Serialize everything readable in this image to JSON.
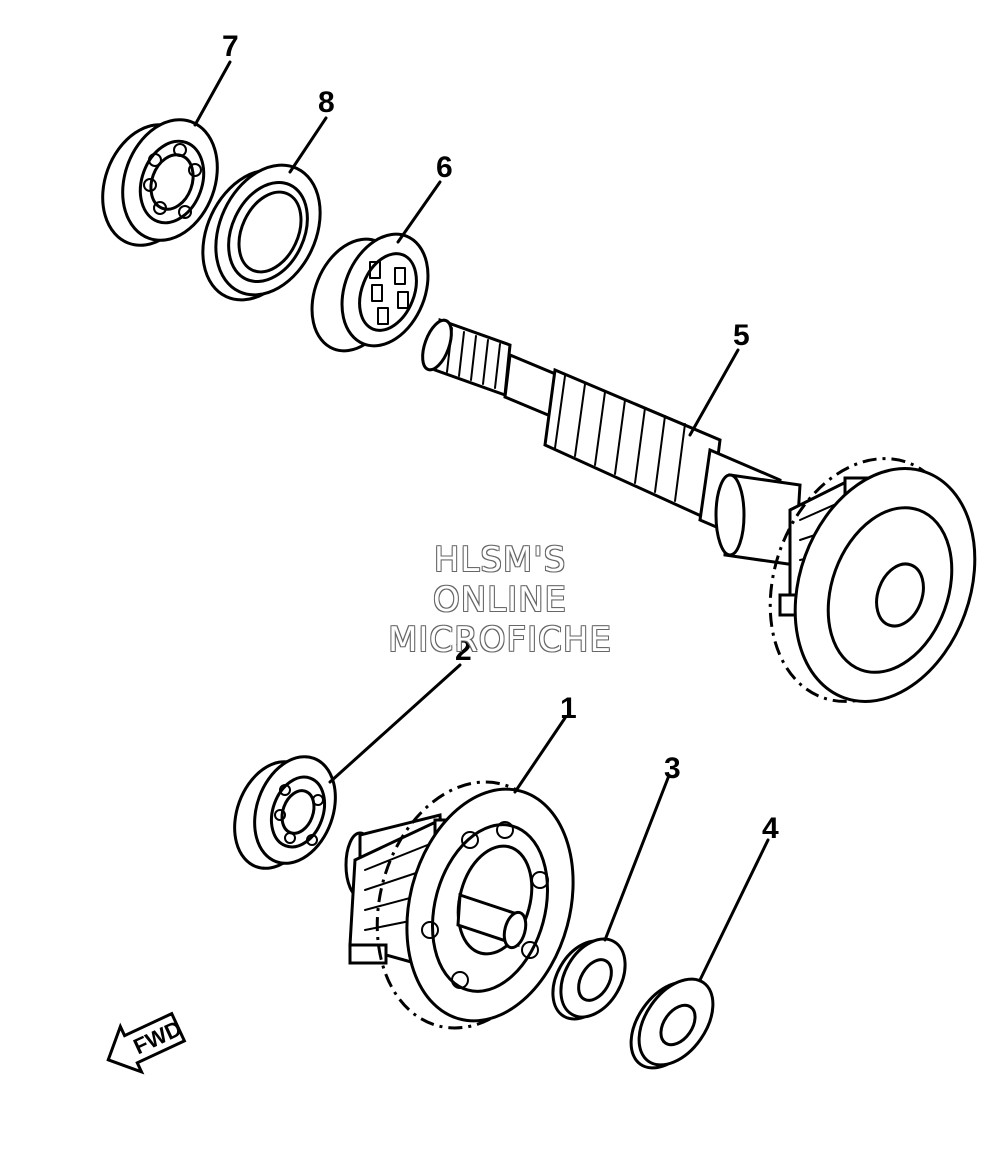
{
  "callouts": [
    {
      "id": "1",
      "label": "1"
    },
    {
      "id": "2",
      "label": "2"
    },
    {
      "id": "3",
      "label": "3"
    },
    {
      "id": "4",
      "label": "4"
    },
    {
      "id": "5",
      "label": "5"
    },
    {
      "id": "6",
      "label": "6"
    },
    {
      "id": "7",
      "label": "7"
    },
    {
      "id": "8",
      "label": "8"
    }
  ],
  "fwd_arrow": {
    "label": "FWD"
  },
  "watermark": {
    "line1": "HLSM'S",
    "line2": "ONLINE",
    "line3": "MICROFICHE"
  }
}
